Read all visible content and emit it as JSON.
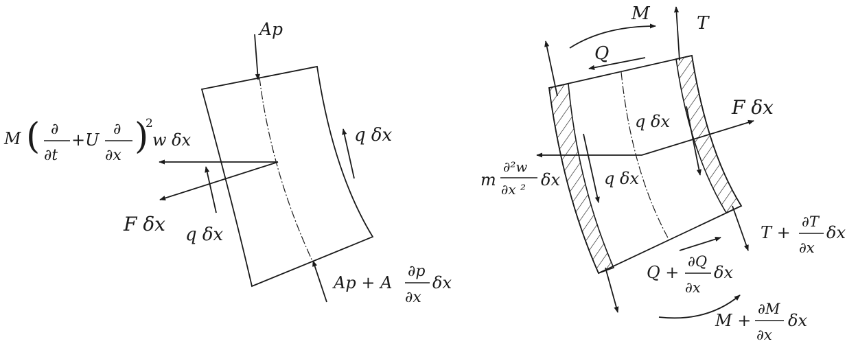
{
  "left_figure": {
    "top_force": "Ap",
    "inertia_M": "M",
    "inertia_d": "∂",
    "inertia_dt": "∂t",
    "inertia_plusU": "+U",
    "inertia_dx": "∂x",
    "inertia_sq": "2",
    "inertia_tail": "w δx",
    "friction_right": "q δx",
    "friction_left": "q δx",
    "body_force": "F δx",
    "bottom_force_main": "Ap + A",
    "bottom_force_num": "∂p",
    "bottom_force_den": "∂x",
    "bottom_force_tail": "δx"
  },
  "right_figure": {
    "moment_top": "M",
    "tension_top": "T",
    "shear_top": "Q",
    "body_force": "F δx",
    "friction_inner_top": "q δx",
    "friction_inner_bottom": "q δx",
    "mass_m": "m",
    "mass_num": "∂²w",
    "mass_den": "∂x ²",
    "mass_tail": "δx",
    "tension_bottom_main": "T +",
    "tension_bottom_num": "∂T",
    "tension_bottom_den": "∂x",
    "tension_bottom_tail": "δx",
    "shear_bottom_main": "Q +",
    "shear_bottom_num": "∂Q",
    "shear_bottom_den": "∂x",
    "shear_bottom_tail": "δx",
    "moment_bottom_main": "M +",
    "moment_bottom_num": "∂M",
    "moment_bottom_den": "∂x",
    "moment_bottom_tail": "δx"
  }
}
